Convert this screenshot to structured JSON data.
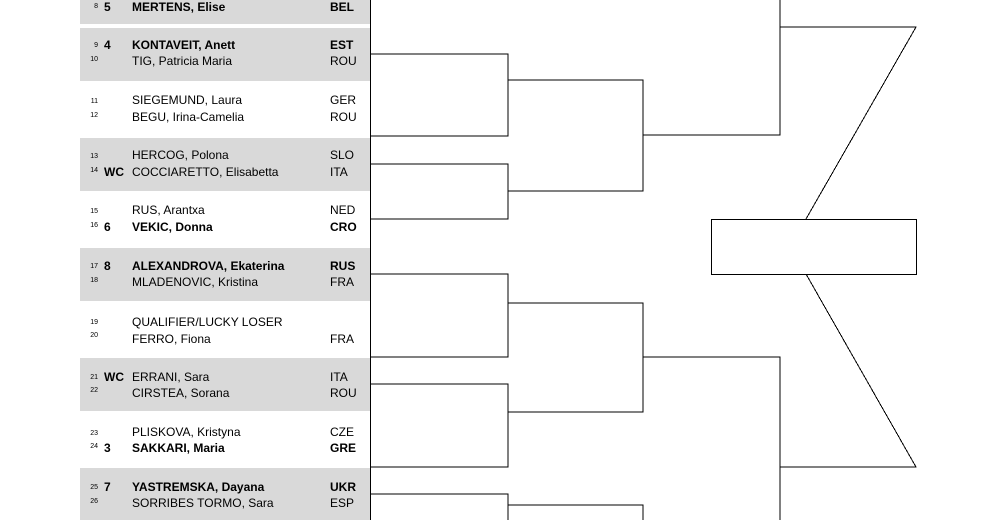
{
  "players": [
    {
      "pos": "8",
      "seed": "5",
      "name": "MERTENS, Elise",
      "nat": "BEL",
      "bold": true
    },
    {
      "pos": "9",
      "seed": "4",
      "name": "KONTAVEIT, Anett",
      "nat": "EST",
      "bold": true
    },
    {
      "pos": "10",
      "seed": "",
      "name": "TIG, Patricia Maria",
      "nat": "ROU",
      "bold": false
    },
    {
      "pos": "11",
      "seed": "",
      "name": "SIEGEMUND, Laura",
      "nat": "GER",
      "bold": false
    },
    {
      "pos": "12",
      "seed": "",
      "name": "BEGU, Irina-Camelia",
      "nat": "ROU",
      "bold": false
    },
    {
      "pos": "13",
      "seed": "",
      "name": "HERCOG, Polona",
      "nat": "SLO",
      "bold": false
    },
    {
      "pos": "14",
      "seed": "WC",
      "name": "COCCIARETTO, Elisabetta",
      "nat": "ITA",
      "bold": false
    },
    {
      "pos": "15",
      "seed": "",
      "name": "RUS, Arantxa",
      "nat": "NED",
      "bold": false
    },
    {
      "pos": "16",
      "seed": "6",
      "name": "VEKIC, Donna",
      "nat": "CRO",
      "bold": true
    },
    {
      "pos": "17",
      "seed": "8",
      "name": "ALEXANDROVA, Ekaterina",
      "nat": "RUS",
      "bold": true
    },
    {
      "pos": "18",
      "seed": "",
      "name": "MLADENOVIC, Kristina",
      "nat": "FRA",
      "bold": false
    },
    {
      "pos": "19",
      "seed": "",
      "name": "QUALIFIER/LUCKY LOSER",
      "nat": "",
      "bold": false
    },
    {
      "pos": "20",
      "seed": "",
      "name": "FERRO, Fiona",
      "nat": "FRA",
      "bold": false
    },
    {
      "pos": "21",
      "seed": "WC",
      "name": "ERRANI, Sara",
      "nat": "ITA",
      "bold": false
    },
    {
      "pos": "22",
      "seed": "",
      "name": "CIRSTEA, Sorana",
      "nat": "ROU",
      "bold": false
    },
    {
      "pos": "23",
      "seed": "",
      "name": "PLISKOVA, Kristyna",
      "nat": "CZE",
      "bold": false
    },
    {
      "pos": "24",
      "seed": "3",
      "name": "SAKKARI, Maria",
      "nat": "GRE",
      "bold": true
    },
    {
      "pos": "25",
      "seed": "7",
      "name": "YASTREMSKA, Dayana",
      "nat": "UKR",
      "bold": true
    },
    {
      "pos": "26",
      "seed": "",
      "name": "SORRIBES TORMO, Sara",
      "nat": "ESP",
      "bold": false
    }
  ],
  "winner_box": {
    "text": ""
  }
}
